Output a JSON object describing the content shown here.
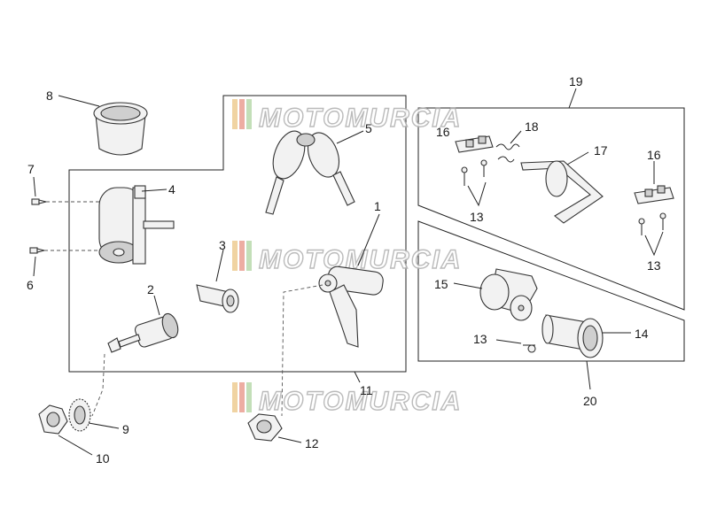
{
  "diagram": {
    "watermark": "MOTOMURCIA",
    "callouts": {
      "c1": "1",
      "c2": "2",
      "c3": "3",
      "c4": "4",
      "c5": "5",
      "c6": "6",
      "c7": "7",
      "c8": "8",
      "c9": "9",
      "c10": "10",
      "c11": "11",
      "c12": "12",
      "c13a": "13",
      "c13b": "13",
      "c13c": "13",
      "c14": "14",
      "c15": "15",
      "c16a": "16",
      "c16b": "16",
      "c17": "17",
      "c18": "18",
      "c19": "19",
      "c20": "20"
    }
  }
}
